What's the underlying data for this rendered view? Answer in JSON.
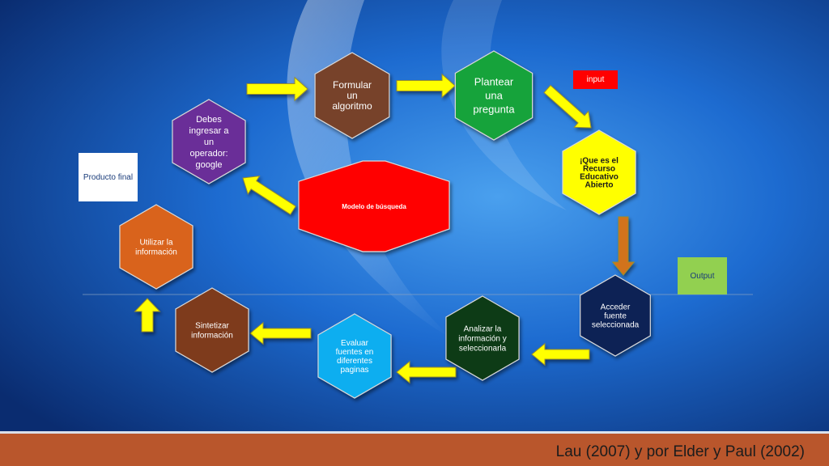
{
  "colors": {
    "bg_dark": "#0b2f74",
    "bg_light": "#3c8ee6",
    "footer": "#b9562c",
    "arrow_yellow": "#ffff00",
    "arrow_orange": "#d2731c"
  },
  "nodes": {
    "formular": {
      "lines": [
        "Formular",
        "un",
        "algoritmo"
      ],
      "color": "#77432c"
    },
    "plantear": {
      "lines": [
        "Plantear",
        "una",
        "pregunta"
      ],
      "color": "#18a33b"
    },
    "que_es": {
      "lines": [
        "¡Que es el",
        "Recurso",
        "Educativo",
        "Abierto"
      ],
      "color": "#ffff00"
    },
    "acceder": {
      "lines": [
        "Acceder",
        "fuente",
        "seleccionada"
      ],
      "color": "#0f2054"
    },
    "analizar": {
      "lines": [
        "Analizar la",
        "información y",
        "seleccionarla"
      ],
      "color": "#0f3a14"
    },
    "evaluar": {
      "lines": [
        "Evaluar",
        "fuentes en",
        "diferentes",
        "paginas"
      ],
      "color": "#11aef0"
    },
    "sintetizar": {
      "lines": [
        "Sintetizar",
        "información"
      ],
      "color": "#7e3b1e"
    },
    "utilizar": {
      "lines": [
        "Utilizar la",
        "información"
      ],
      "color": "#d9631a"
    },
    "debes": {
      "lines": [
        "Debes",
        "ingresar a",
        "un",
        "operador:",
        "google"
      ],
      "color": "#6a2f98"
    },
    "modelo": {
      "lines": [
        "Modelo de búsqueda"
      ],
      "color": "#ff0000"
    }
  },
  "boxes": {
    "input": {
      "label": "input",
      "color": "#ff0000"
    },
    "producto": {
      "label": "Producto final",
      "color": "#ffffff"
    },
    "output": {
      "label": "Output",
      "color": "#92d050"
    }
  },
  "footer": {
    "citation": "Lau (2007) y por Elder y Paul (2002)"
  }
}
